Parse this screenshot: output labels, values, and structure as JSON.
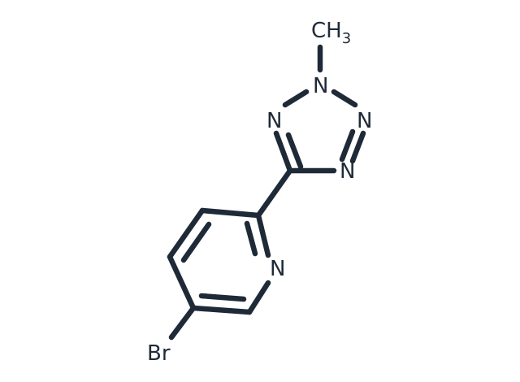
{
  "diagram": {
    "type": "chemical-structure",
    "atoms": {
      "methyl": {
        "element": "CH",
        "subscript": "3"
      },
      "n_methyl": {
        "element": "N"
      },
      "n_left": {
        "element": "N"
      },
      "n_right_top": {
        "element": "N"
      },
      "n_right_bottom": {
        "element": "N"
      },
      "n_pyridine": {
        "element": "N"
      },
      "bromine": {
        "element": "Br"
      }
    },
    "colors": {
      "ink": "#1f2a38",
      "background": "#ffffff"
    }
  }
}
